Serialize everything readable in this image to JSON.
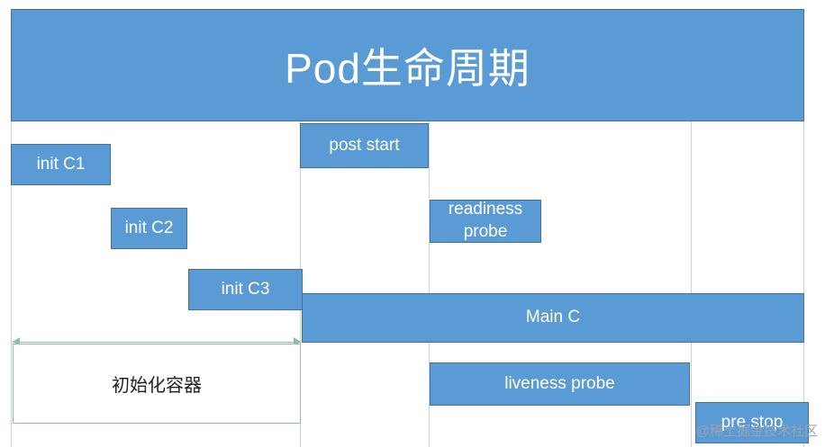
{
  "title": "Pod生命周期",
  "boxes": {
    "init_c1": "init C1",
    "init_c2": "init C2",
    "init_c3": "init C3",
    "post_start": "post start",
    "readiness_probe": "readiness probe",
    "main_c": "Main C",
    "liveness_probe": "liveness probe",
    "pre_stop": "pre stop"
  },
  "init_group_label": "初始化容器",
  "watermark": "@稀土掘金技术社区",
  "colors": {
    "box_fill": "#5b9bd5",
    "box_border": "#41719c",
    "init_group_border": "#8fbf9a"
  }
}
